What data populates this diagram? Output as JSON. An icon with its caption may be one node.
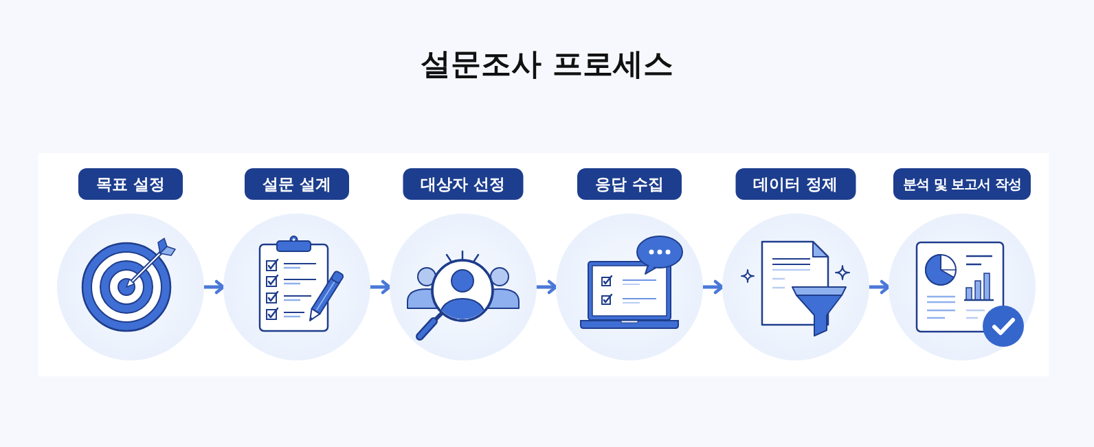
{
  "diagram": {
    "title": "설문조사 프로세스",
    "nodes": [
      {
        "text": [
          "목표 설정"
        ]
      },
      {
        "text": [
          "설문 설계"
        ]
      },
      {
        "text": [
          "대상자 선정"
        ]
      },
      {
        "text": [
          "응답 수집"
        ]
      },
      {
        "text": [
          "데이터 정제"
        ]
      },
      {
        "text": [
          "분석 및 보고서 작성"
        ]
      },
      {
        "text": [],
        "shape": "circle"
      },
      {
        "text": [],
        "shape": "circle"
      },
      {
        "text": [],
        "shape": "circle"
      },
      {
        "text": [],
        "shape": "circle"
      },
      {
        "text": [],
        "shape": "circle"
      },
      {
        "text": [],
        "shape": "circle"
      }
    ],
    "edges": [
      {
        "from": 6,
        "to": 7,
        "arrow": "to"
      },
      {
        "from": 7,
        "to": 8,
        "arrow": "to"
      },
      {
        "from": 8,
        "to": 9,
        "arrow": "to"
      },
      {
        "from": 9,
        "to": 10,
        "arrow": "to"
      },
      {
        "from": 10,
        "to": 11,
        "arrow": "to"
      }
    ]
  }
}
